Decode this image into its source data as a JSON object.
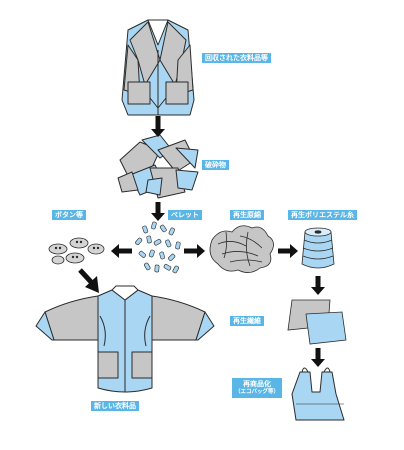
{
  "labels": {
    "collected_clothing": "回収された衣料品等",
    "crushed": "破砕物",
    "buttons": "ボタン等",
    "pellets": "ペレット",
    "recycled_raw_cotton": "再生原綿",
    "recycled_polyester_yarn": "再生ポリエステル糸",
    "recycled_fiber": "再生繊維",
    "new_clothing": "新しい衣料品",
    "reproduction": {
      "main": "再商品化",
      "sub": "（エコバッグ等）"
    }
  },
  "colors": {
    "accent": "#5ab6e6",
    "light_blue": "#a9d6f2",
    "gray": "#c6c6c6",
    "outline": "#2b2b2b",
    "arrow": "#111111"
  },
  "icons": [
    "vest-icon",
    "crushed-pieces-icon",
    "buttons-icon",
    "pellets-icon",
    "raw-cotton-icon",
    "yarn-spool-icon",
    "fabric-icon",
    "jacket-icon",
    "eco-bag-icon"
  ]
}
